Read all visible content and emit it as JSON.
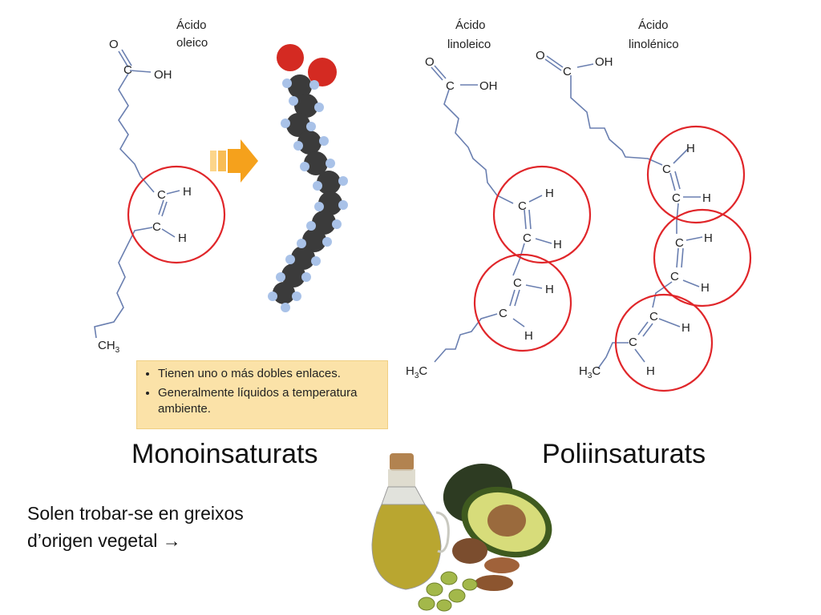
{
  "molecules": {
    "oleic": {
      "name_line1": "Ácido",
      "name_line2": "oleico"
    },
    "linoleic": {
      "name_line1": "Ácido",
      "name_line2": "linoleico"
    },
    "linolenic": {
      "name_line1": "Ácido",
      "name_line2": "linolénico"
    }
  },
  "atoms": {
    "oxygen": "O",
    "hydroxyl": "OH",
    "carbon": "C",
    "hydrogen": "H",
    "methyl": "CH",
    "methyl_left": "H",
    "methyl_c": "C",
    "subscript": "3"
  },
  "info_box": {
    "bullet1": "Tienen uno o más dobles enlaces.",
    "bullet2": "Generalmente líquidos a temperatura ambiente."
  },
  "labels": {
    "mono": "Monoinsaturats",
    "poli": "Poliinsaturats"
  },
  "note": {
    "line1": "Solen trobar-se en greixos",
    "line2": "d’origen vegetal",
    "arrow": "→"
  },
  "colors": {
    "bond": "#6a7fb0",
    "circle": "#e0262a",
    "arrow": "#f5a11c",
    "box": "#fbe2a8",
    "oxygen_sphere": "#d42a22",
    "carbon_sphere": "#3b3b3b",
    "hydrogen_sphere": "#a9c2e8"
  }
}
